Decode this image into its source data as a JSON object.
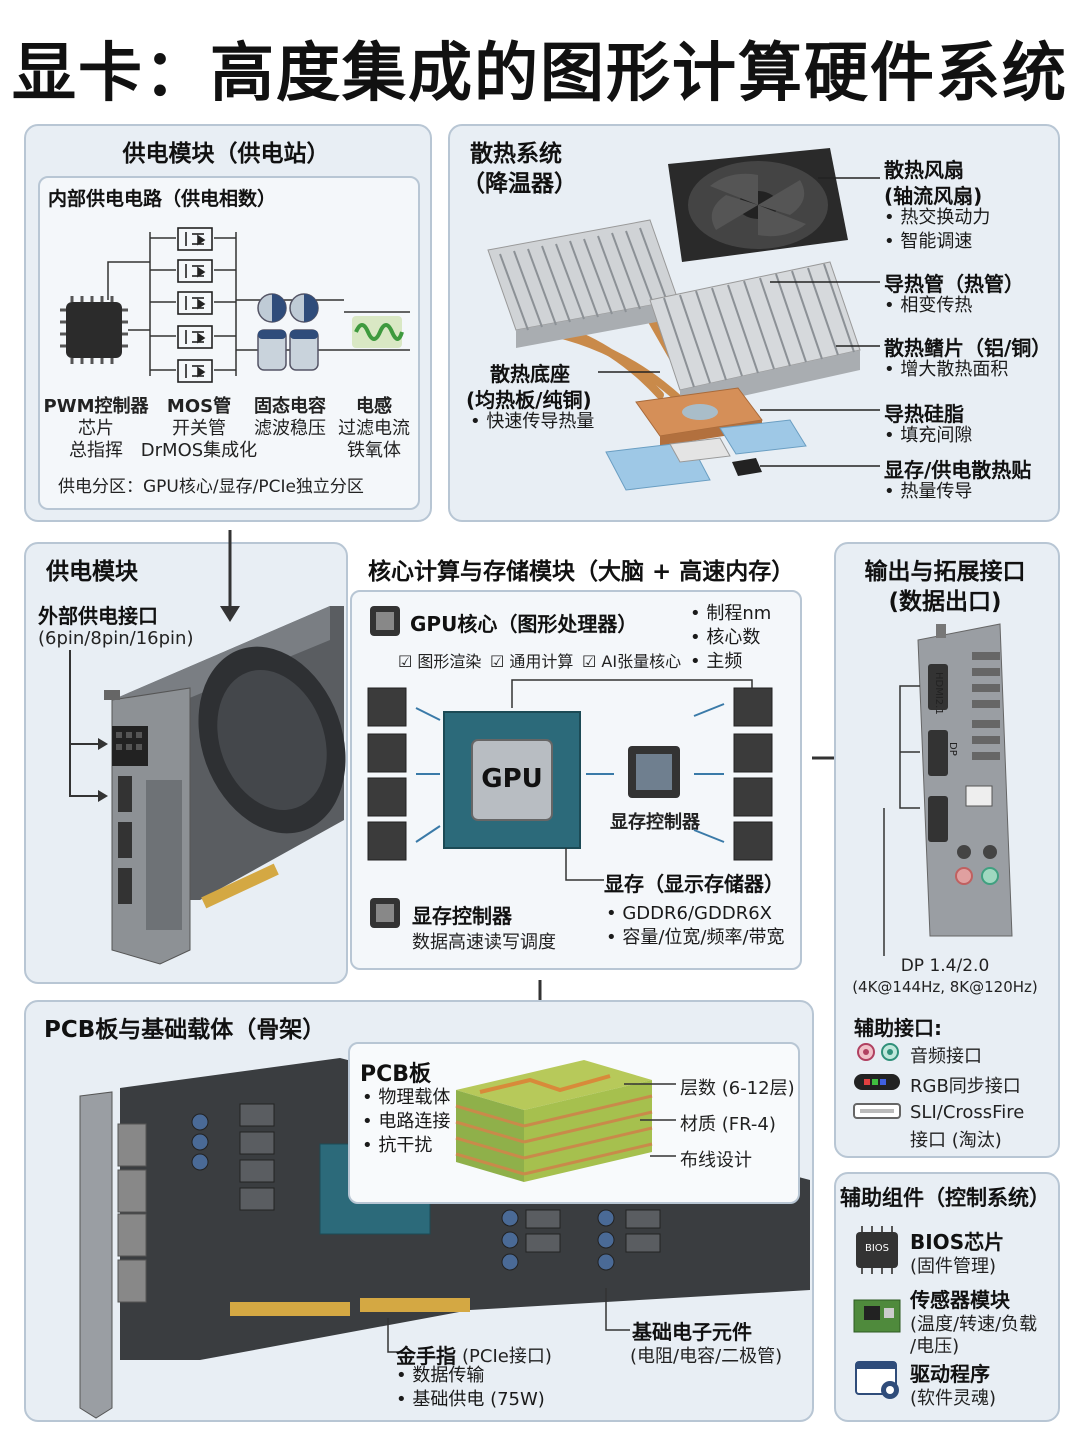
{
  "title": "显卡：高度集成的图形计算硬件系统",
  "power_top": {
    "heading": "供电模块（供电站）",
    "sub_heading": "内部供电电路（供电相数）",
    "components": [
      {
        "name": "PWM控制器",
        "line2": "芯片",
        "line3": "总指挥"
      },
      {
        "name": "MOS管",
        "line2": "开关管",
        "line3": "DrMOS集成化"
      },
      {
        "name": "固态电容",
        "line2": "滤波稳压",
        "line3": ""
      },
      {
        "name": "电感",
        "line2": "过滤电流",
        "line3": "铁氧体"
      }
    ],
    "zoning": "供电分区：GPU核心/显存/PCIe独立分区"
  },
  "cooling": {
    "heading_line1": "散热系统",
    "heading_line2": "（降温器）",
    "fan": {
      "title_line1": "散热风扇",
      "title_line2": "(轴流风扇)",
      "bullets": [
        "热交换动力",
        "智能调速"
      ]
    },
    "heatpipe": {
      "title": "导热管（热管）",
      "bullets": [
        "相变传热"
      ]
    },
    "fins": {
      "title": "散热鳍片（铝/铜）",
      "bullets": [
        "增大散热面积"
      ]
    },
    "base": {
      "title_line1": "散热底座",
      "title_line2": "(均热板/纯铜)",
      "bullets": [
        "快速传导热量"
      ]
    },
    "paste": {
      "title": "导热硅脂",
      "bullets": [
        "填充间隙"
      ]
    },
    "pads": {
      "title": "显存/供电散热贴",
      "bullets": [
        "热量传导"
      ]
    }
  },
  "power_mid": {
    "heading": "供电模块",
    "ext_title": "外部供电接口",
    "ext_sub": "(6pin/8pin/16pin)"
  },
  "core": {
    "heading": "核心计算与存储模块（大脑 + 高速内存）",
    "gpu_title": "GPU核心（图形处理器）",
    "gpu_checks": [
      "☑ 图形渲染",
      "☑ 通用计算",
      "☑ AI张量核心"
    ],
    "gpu_specs": [
      "制程nm",
      "核心数",
      "主频"
    ],
    "gpu_label": "GPU",
    "mem_ctrl_small": "显存控制器",
    "mem_ctrl_title": "显存控制器",
    "mem_ctrl_desc": "数据高速读写调度",
    "vram_title": "显存（显示存储器）",
    "vram_bullets": [
      "GDDR6/GDDR6X",
      "容量/位宽/频率/带宽"
    ]
  },
  "output": {
    "heading_line1": "输出与拓展接口",
    "heading_line2": "(数据出口)",
    "port_labels": [
      "HDMI2.1",
      "DP"
    ],
    "dp_line1": "DP 1.4/2.0",
    "dp_line2": "(4K@144Hz, 8K@120Hz)",
    "aux_title": "辅助接口:",
    "aux_items": [
      "音频接口",
      "RGB同步接口",
      "SLI/CrossFire",
      "接口 (淘汰)"
    ]
  },
  "pcb": {
    "heading": "PCB板与基础载体（骨架）",
    "box_title": "PCB板",
    "box_bullets": [
      "物理载体",
      "电路连接",
      "抗干扰"
    ],
    "layers": "层数 (6-12层)",
    "material": "材质 (FR-4)",
    "routing": "布线设计",
    "gold_title": "金手指",
    "gold_sub": "(PCIe接口)",
    "gold_bullets": [
      "数据传输",
      "基础供电 (75W)"
    ],
    "basic_title": "基础电子元件",
    "basic_sub": "(电阻/电容/二极管)"
  },
  "aux_components": {
    "heading": "辅助组件（控制系统）",
    "bios_title": "BIOS芯片",
    "bios_sub": "(固件管理)",
    "bios_chip_text": "BIOS",
    "sensor_title": "传感器模块",
    "sensor_sub1": "(温度/转速/负载",
    "sensor_sub2": "/电压)",
    "driver_title": "驱动程序",
    "driver_sub": "(软件灵魂)"
  },
  "colors": {
    "panel_bg": "#e8eef4",
    "panel_border": "#b8c6d4",
    "pcb_green": "#8fb04a",
    "copper": "#c98a4a",
    "thermal_pad": "#9ec8e6"
  }
}
